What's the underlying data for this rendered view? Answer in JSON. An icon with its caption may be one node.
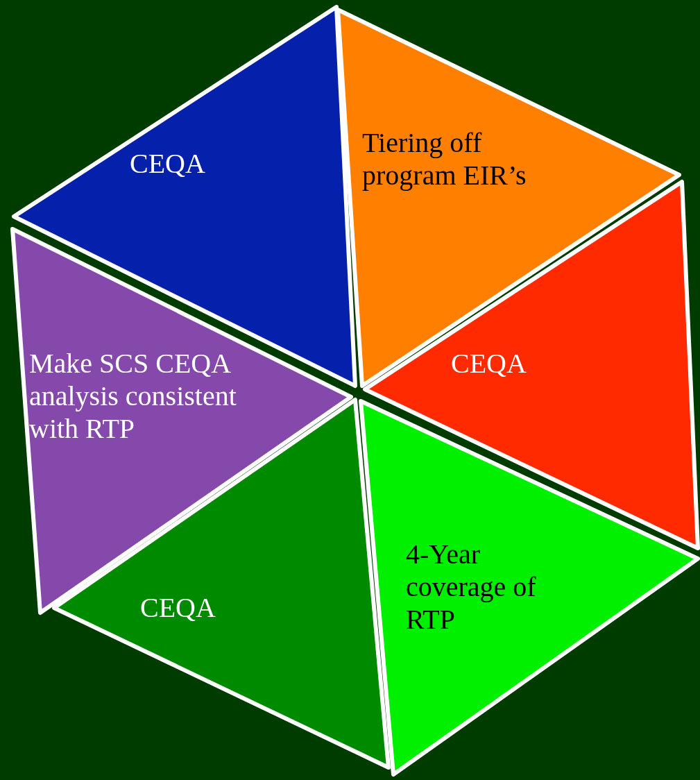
{
  "diagram": {
    "nodes": [
      {
        "text": [
          "CEQA"
        ]
      },
      {
        "text": [
          "Tiering off program EIR’s"
        ]
      },
      {
        "text": [
          "CEQA"
        ]
      },
      {
        "text": [
          "4-Year coverage of RTP"
        ]
      },
      {
        "text": [
          "CEQA"
        ]
      },
      {
        "text": [
          "Make SCS CEQA analysis consistent with RTP"
        ]
      }
    ]
  }
}
